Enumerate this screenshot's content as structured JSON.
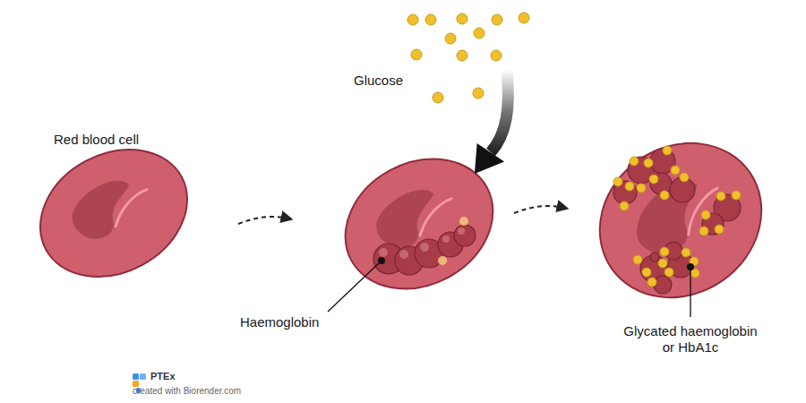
{
  "diagram": {
    "labels": [
      "Red blood cell",
      "Glucose",
      "Haemoglobin",
      "Glycated haemoglobin or HbA1c",
      "PTEx",
      "created with Biorender.com"
    ]
  }
}
